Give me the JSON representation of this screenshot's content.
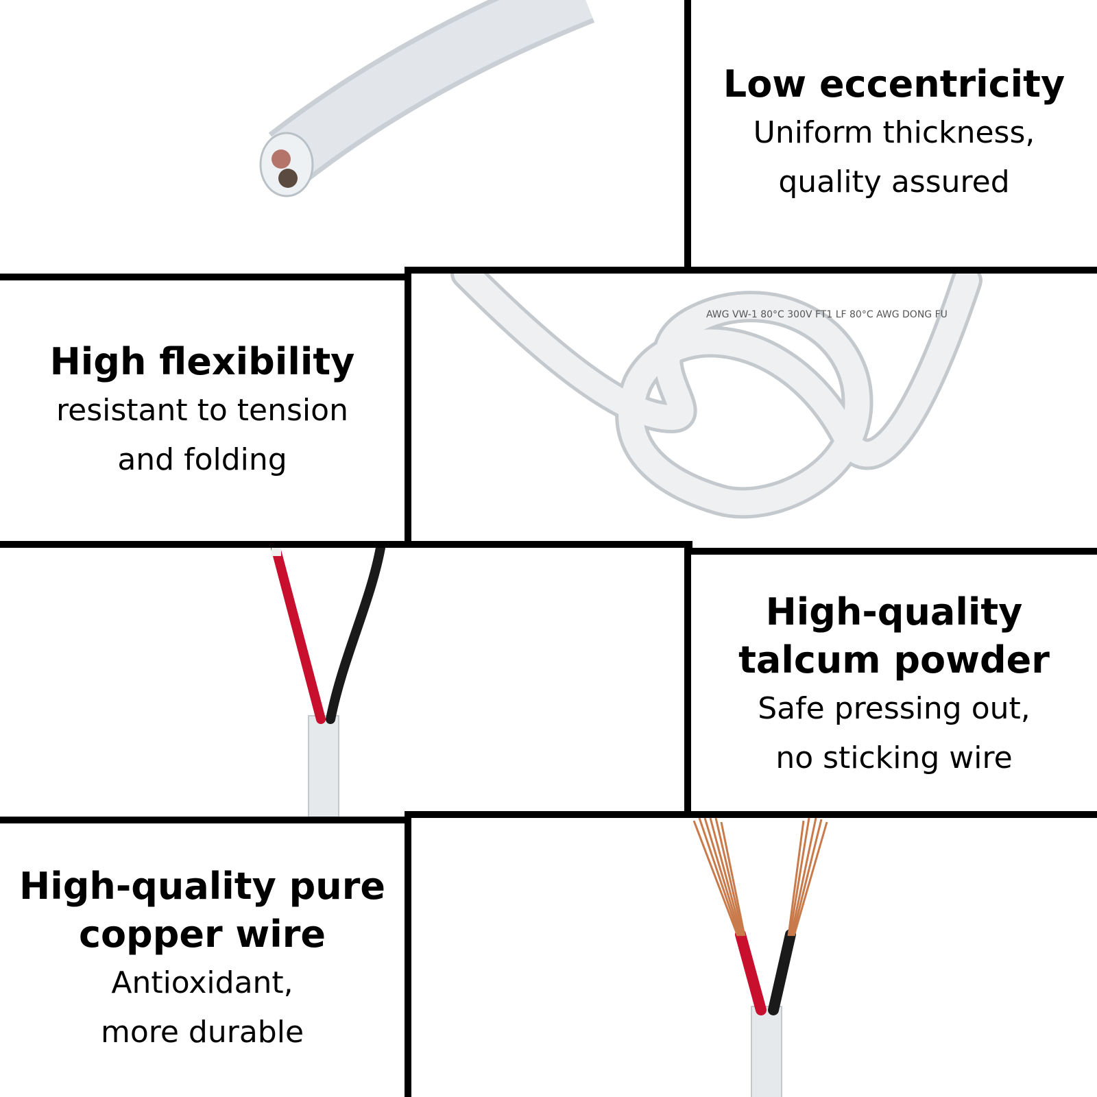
{
  "features": [
    {
      "title_lines": [
        "Low eccentricity"
      ],
      "desc_lines": [
        "Uniform thickness,",
        "quality assured"
      ]
    },
    {
      "title_lines": [
        "High flexibility"
      ],
      "desc_lines": [
        "resistant to tension",
        "and folding"
      ]
    },
    {
      "title_lines": [
        "High-quality",
        "talcum powder"
      ],
      "desc_lines": [
        "Safe pressing out,",
        "no sticking wire"
      ]
    },
    {
      "title_lines": [
        "High-quality pure",
        "copper wire"
      ],
      "desc_lines": [
        "Antioxidant,",
        "more durable"
      ]
    }
  ],
  "cable_print": "AWG VW-1 80°C 300V FT1 LF 80°C AWG DONG FU",
  "colors": {
    "border": "#000000",
    "cable_jacket": "#dfe4e8",
    "wire_red": "#c8102e",
    "wire_black": "#1a1a1a",
    "copper": "#c97a4a"
  }
}
